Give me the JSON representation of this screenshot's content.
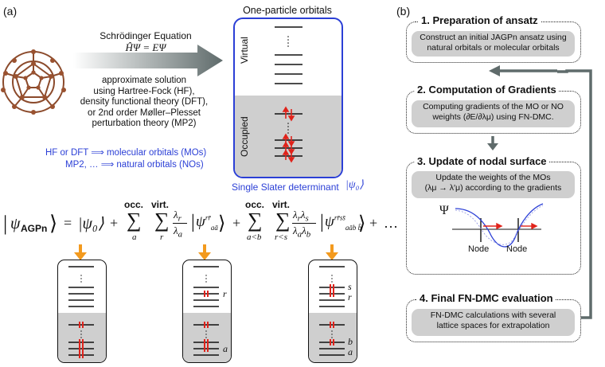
{
  "panel_a": {
    "label": "(a)",
    "schrodinger_title": "Schrödinger Equation",
    "schrodinger_eq": "ĤΨ = EΨ",
    "approx_lines": [
      "approximate solution",
      "using Hartree-Fock (HF),",
      "density functional theory (DFT),",
      "or 2nd order Møller–Plesset",
      "perturbation theory (MP2)"
    ],
    "mo_line": "HF or DFT ⟹ molecular orbitals (MOs)",
    "no_line": "MP2, … ⟹ natural orbitals (NOs)",
    "orbitals_title": "One-particle orbitals",
    "virtual_label": "Virtual",
    "occupied_label": "Occupied",
    "slater_label": "Single Slater determinant",
    "psi0_ket": "|ψ₀⟩",
    "agp_lhs": "ψ",
    "agp_sub": "AGPn",
    "sum_labels": {
      "occ": "occ.",
      "virt": "virt."
    },
    "idx_a": "a",
    "idx_r": "r",
    "idx_ab": "a<b",
    "idx_rs": "r<s",
    "ellipsis": "…",
    "orb_labels": {
      "r": "r",
      "a": "a",
      "s": "s",
      "r2": "r",
      "b": "b",
      "a2": "a"
    }
  },
  "panel_b": {
    "label": "(b)",
    "steps": [
      {
        "title": "1. Preparation of ansatz",
        "text": [
          "Construct an initial JAGPn ansatz using",
          "natural orbitals or molecular orbitals"
        ]
      },
      {
        "title": "2. Computation of Gradients",
        "text": [
          "Computing gradients of the MO or NO",
          "weights (∂E/∂λμ) using FN-DMC."
        ]
      },
      {
        "title": "3. Update of nodal surface",
        "text": [
          "Update the weights of the MOs",
          "(λμ → λ′μ) according to the gradients"
        ]
      },
      {
        "title": "4. Final FN-DMC evaluation",
        "text": [
          "FN-DMC calculations with several",
          "lattice spaces for extrapolation"
        ]
      }
    ],
    "psi_label": "Ψ",
    "node_labels": [
      "Node",
      "Node"
    ]
  },
  "colors": {
    "accent_blue": "#2b3fd6",
    "orange": "#f39a1e",
    "red": "#e0231b",
    "arrow_gray": "#5f6b6b",
    "box_gray": "#cfcfcf",
    "fullerene": "#8b4a2b"
  }
}
